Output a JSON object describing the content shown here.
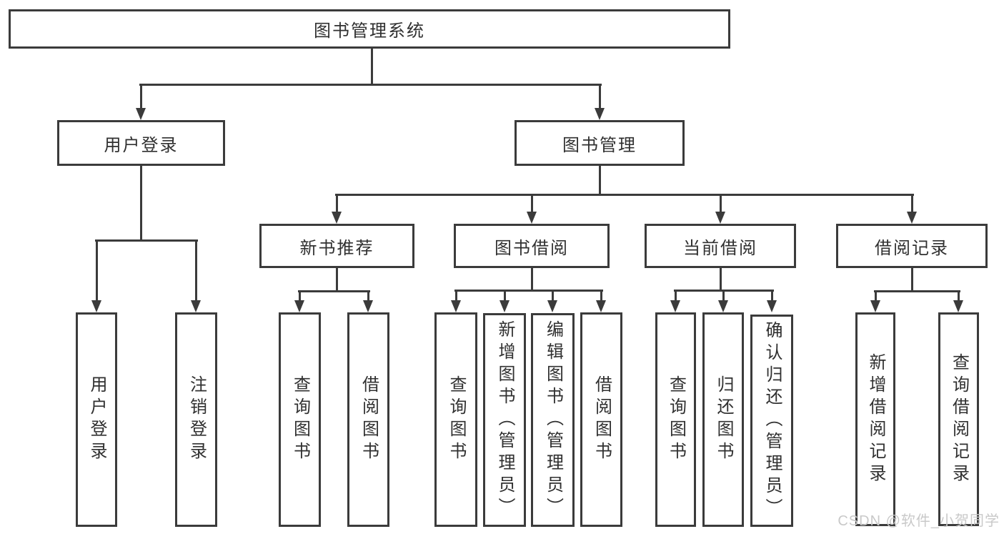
{
  "diagram_title": "图书管理系统",
  "nodes": [
    {
      "id": "system",
      "label": "图书管理系统",
      "level": 1
    },
    {
      "id": "user-login",
      "label": "用户登录",
      "level": 2
    },
    {
      "id": "book-mgmt",
      "label": "图书管理",
      "level": 2
    },
    {
      "id": "new-book-rec",
      "label": "新书推荐",
      "level": 3
    },
    {
      "id": "book-borrow",
      "label": "图书借阅",
      "level": 3
    },
    {
      "id": "current-borrow",
      "label": "当前借阅",
      "level": 3
    },
    {
      "id": "borrow-records",
      "label": "借阅记录",
      "level": 3
    },
    {
      "id": "op-user-login",
      "label": "用户登录",
      "level": 4
    },
    {
      "id": "op-logout",
      "label": "注销登录",
      "level": 4
    },
    {
      "id": "op-rec-query-book",
      "label": "查询图书",
      "level": 4
    },
    {
      "id": "op-rec-borrow-book",
      "label": "借阅图书",
      "level": 4
    },
    {
      "id": "op-bor-query-book",
      "label": "查询图书",
      "level": 4
    },
    {
      "id": "op-bor-add-book",
      "label": "新增图书（管理员）",
      "level": 4
    },
    {
      "id": "op-bor-edit-book",
      "label": "编辑图书（管理员）",
      "level": 4
    },
    {
      "id": "op-bor-borrow-book",
      "label": "借阅图书",
      "level": 4
    },
    {
      "id": "op-cur-query-book",
      "label": "查询图书",
      "level": 4
    },
    {
      "id": "op-cur-return-book",
      "label": "归还图书",
      "level": 4
    },
    {
      "id": "op-cur-confirm-return",
      "label": "确认归还（管理员）",
      "level": 4
    },
    {
      "id": "op-log-add-record",
      "label": "新增借阅记录",
      "level": 4
    },
    {
      "id": "op-log-query-record",
      "label": "查询借阅记录",
      "level": 4
    }
  ],
  "edges": [
    [
      "system",
      "user-login"
    ],
    [
      "system",
      "book-mgmt"
    ],
    [
      "user-login",
      "op-user-login"
    ],
    [
      "user-login",
      "op-logout"
    ],
    [
      "book-mgmt",
      "new-book-rec"
    ],
    [
      "book-mgmt",
      "book-borrow"
    ],
    [
      "book-mgmt",
      "current-borrow"
    ],
    [
      "book-mgmt",
      "borrow-records"
    ],
    [
      "new-book-rec",
      "op-rec-query-book"
    ],
    [
      "new-book-rec",
      "op-rec-borrow-book"
    ],
    [
      "book-borrow",
      "op-bor-query-book"
    ],
    [
      "book-borrow",
      "op-bor-add-book"
    ],
    [
      "book-borrow",
      "op-bor-edit-book"
    ],
    [
      "book-borrow",
      "op-bor-borrow-book"
    ],
    [
      "current-borrow",
      "op-cur-query-book"
    ],
    [
      "current-borrow",
      "op-cur-return-book"
    ],
    [
      "current-borrow",
      "op-cur-confirm-return"
    ],
    [
      "borrow-records",
      "op-log-add-record"
    ],
    [
      "borrow-records",
      "op-log-query-record"
    ]
  ],
  "watermark": "CSDN @软件_小贺同学",
  "colors": {
    "line": "#3b3b3b",
    "text": "#303030",
    "box_background": "#ffffff",
    "page_background": "#ffffff",
    "watermark": "#c9c9c9"
  }
}
